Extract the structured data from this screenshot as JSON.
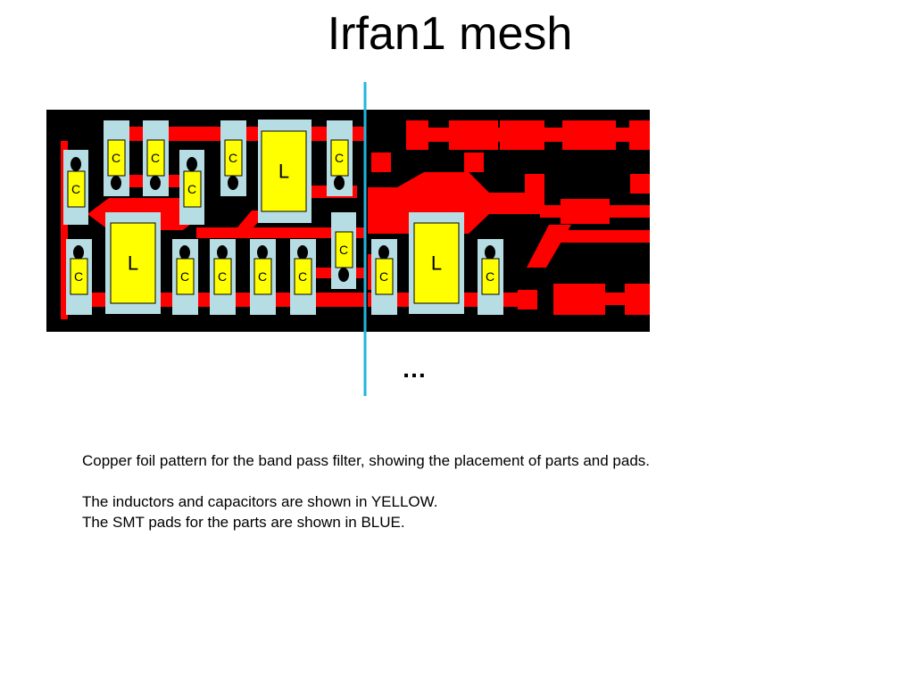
{
  "slide": {
    "title": "Irfan1 mesh",
    "ellipsis": "…",
    "caption": {
      "line1": "Copper foil pattern for the band pass filter, showing the placement of parts and pads.",
      "line2": "The inductors and capacitors are shown in YELLOW.",
      "line3": "The SMT pads for the parts are shown in BLUE."
    }
  },
  "board": {
    "capacitor_label": "C",
    "inductor_label": "L",
    "colors": {
      "substrate": "#000000",
      "copper": "#ff0000",
      "pad": "#b7dde4",
      "part": "#ffff00",
      "divider": "#22b5dc"
    }
  }
}
